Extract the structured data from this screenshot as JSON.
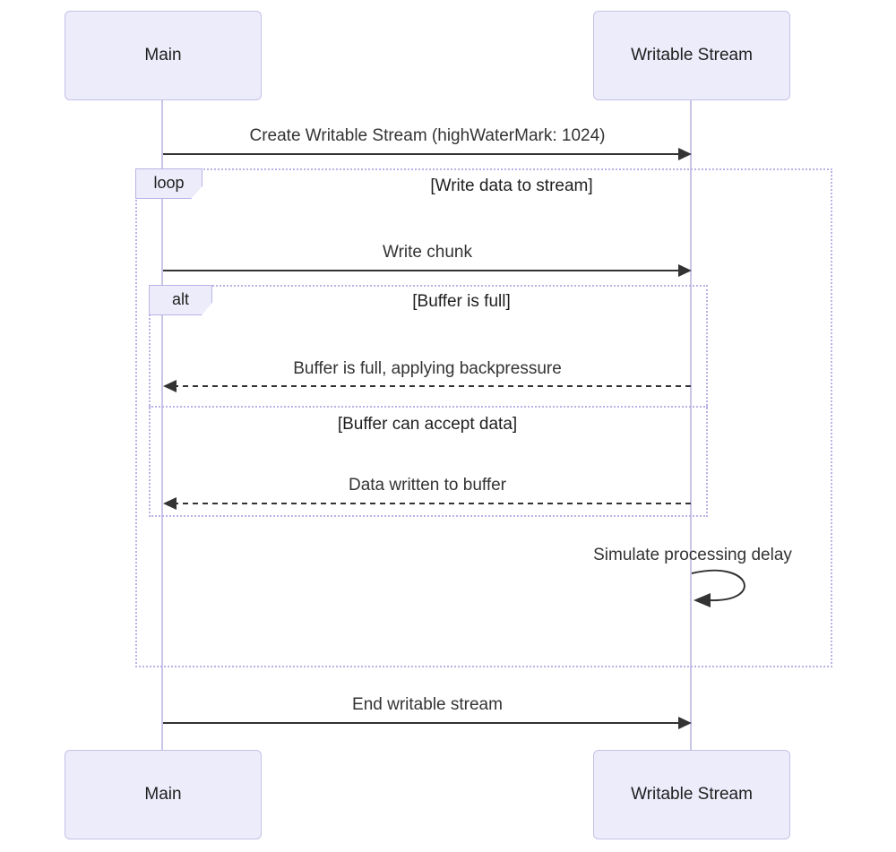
{
  "diagram": {
    "type": "sequence-diagram",
    "actors": {
      "main": "Main",
      "writable_stream": "Writable Stream"
    },
    "messages": {
      "create_stream": "Create Writable Stream (highWaterMark: 1024)",
      "write_chunk": "Write chunk",
      "backpressure": "Buffer is full, applying backpressure",
      "data_written": "Data written to buffer",
      "processing_delay": "Simulate processing delay",
      "end_stream": "End writable stream"
    },
    "frames": {
      "loop": {
        "label": "loop",
        "title": "[Write data to stream]"
      },
      "alt": {
        "label": "alt",
        "section1": "[Buffer is full]",
        "section2": "[Buffer can accept data]"
      }
    },
    "colors": {
      "actor_fill": "#ECECFB",
      "actor_border": "#C5C2E6",
      "lifeline": "#C9C5E8",
      "frame_border": "#B9B3E6",
      "arrow": "#333333",
      "text": "#1F1F1F",
      "background": "#FFFFFF"
    }
  }
}
